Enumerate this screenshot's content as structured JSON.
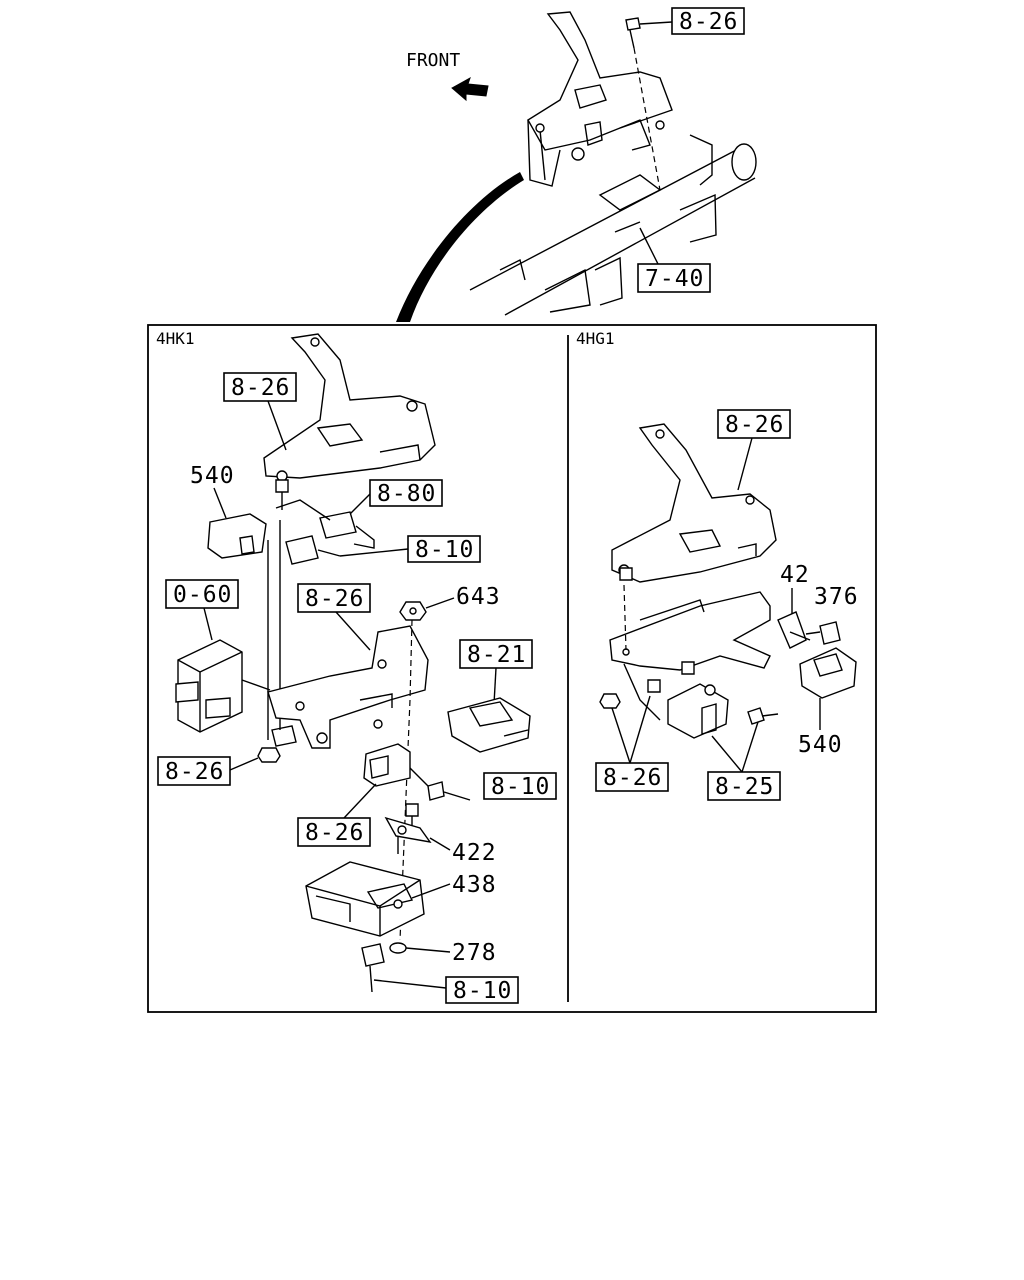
{
  "diagram": {
    "front_label": "FRONT",
    "section_left": "4HK1",
    "section_right": "4HG1",
    "callouts": {
      "top_bolt_ref": "8-26",
      "frame_ref": "7-40",
      "l_bracket_ref": "8-26",
      "l_relay_num": "540",
      "l_harness_ref": "8-80",
      "l_connector_ref": "8-10",
      "l_module_ref": "0-60",
      "l_mid_bracket_ref": "8-26",
      "l_nut_num": "643",
      "l_fuse_ref": "8-21",
      "l_nut_ref": "8-26",
      "l_conn2_ref": "8-10",
      "l_relay2_ref": "8-26",
      "l_clip_num": "422",
      "l_ecu_num": "438",
      "l_washer_num": "278",
      "l_conn3_ref": "8-10",
      "r_bracket_ref": "8-26",
      "r_clip_num": "42",
      "r_bolt_num": "376",
      "r_relay_num": "540",
      "r_nut_ref": "8-26",
      "r_unit_ref": "8-25"
    }
  }
}
